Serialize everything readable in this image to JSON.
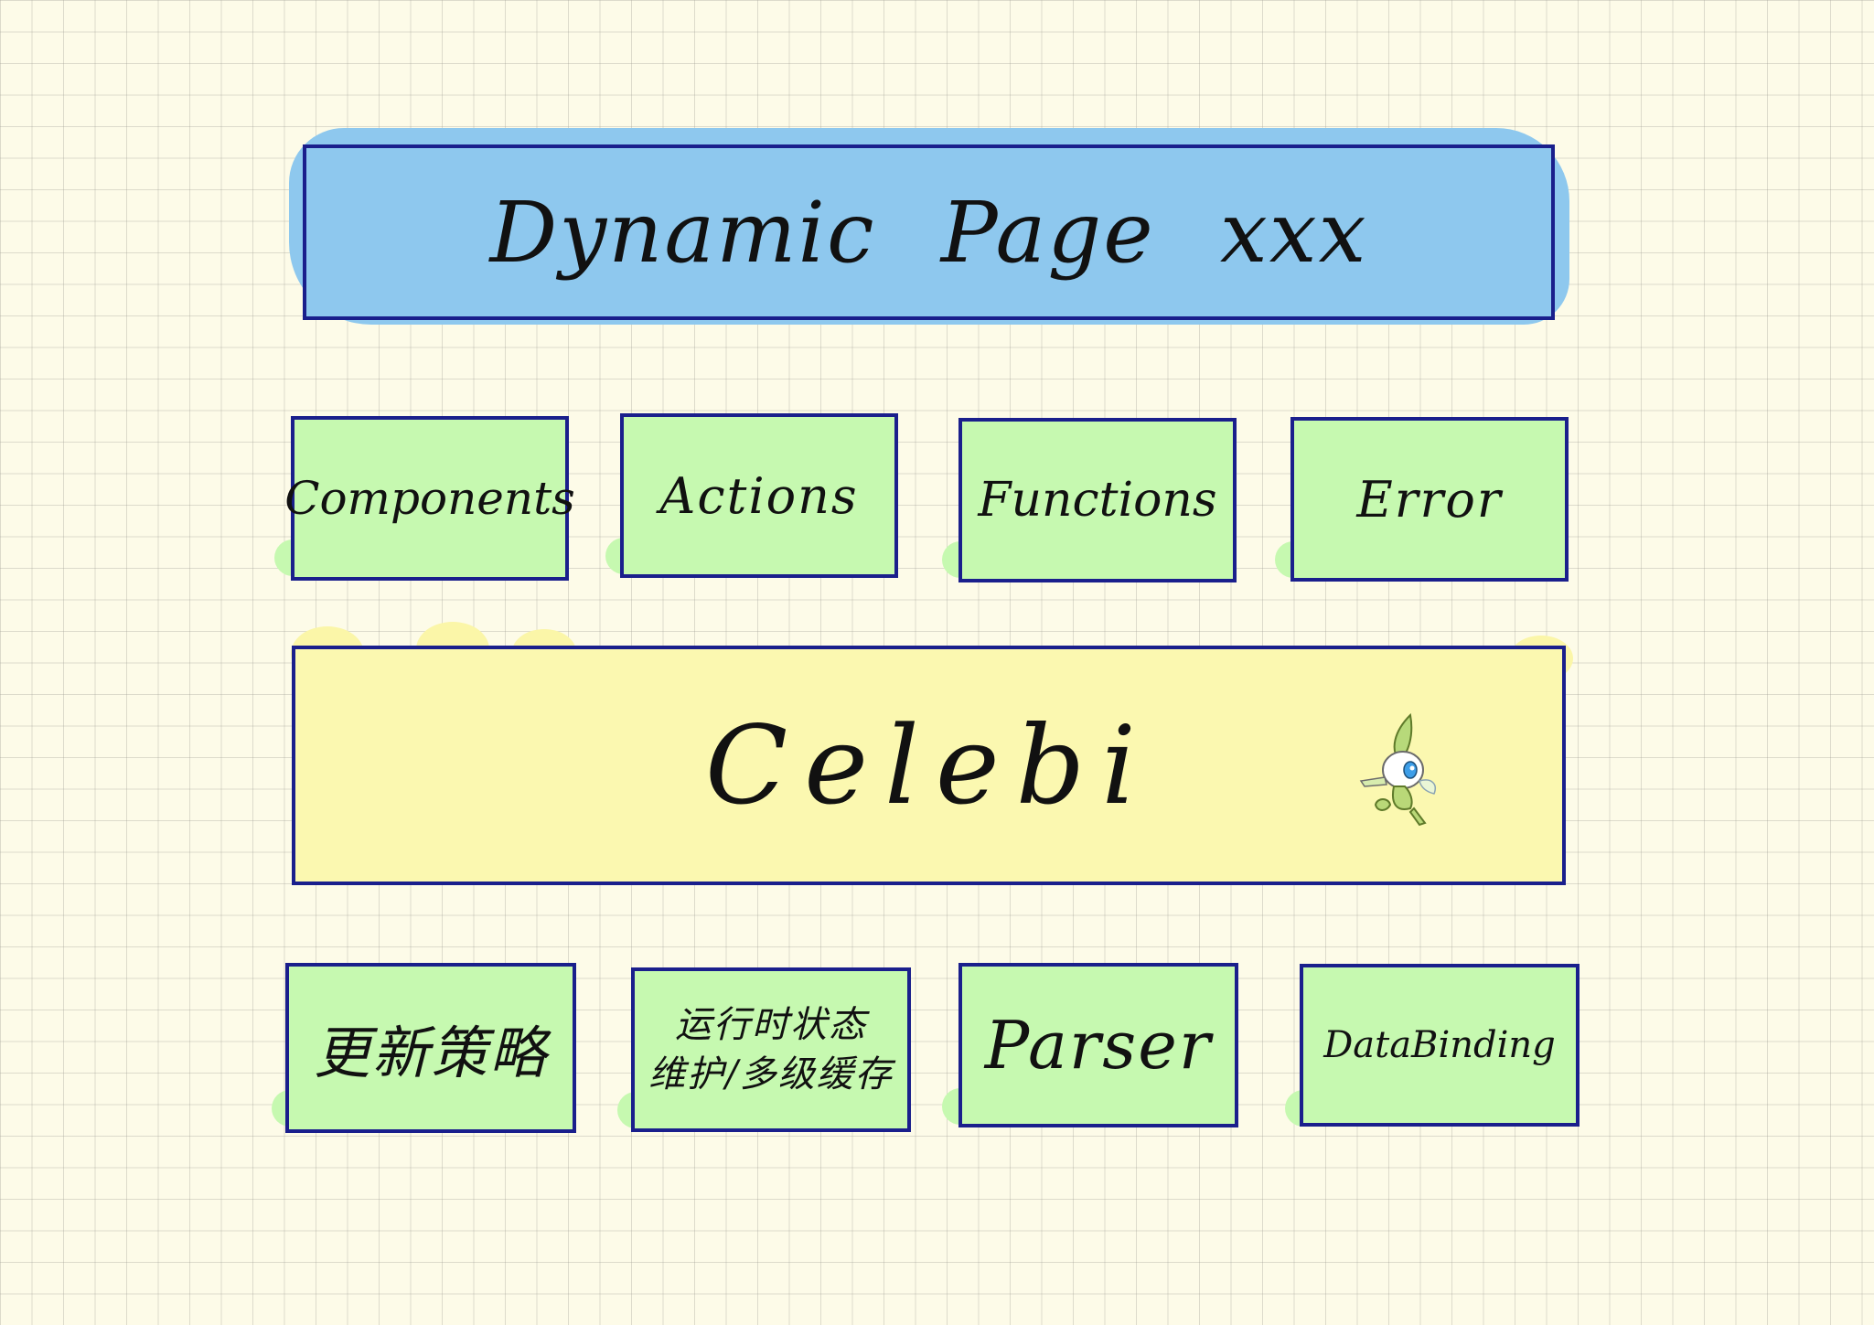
{
  "diagram": {
    "title_block": {
      "label": "Dynamic Page xxx",
      "color": "#8ec8ee"
    },
    "modules": [
      {
        "label": "Components",
        "color": "#c6f9b0"
      },
      {
        "label": "Actions",
        "color": "#c6f9b0"
      },
      {
        "label": "Functions",
        "color": "#c6f9b0"
      },
      {
        "label": "Error",
        "color": "#c6f9b0"
      }
    ],
    "core": {
      "label": "Celebi",
      "color": "#fbf8b0",
      "mascot_icon": "celebi-mascot-icon"
    },
    "foundations": [
      {
        "label": "更新策略"
      },
      {
        "line1": "运行时状态",
        "line2": "维护/多级缓存"
      },
      {
        "label": "Parser"
      },
      {
        "label": "DataBinding"
      }
    ],
    "border_color": "#1a1f8c"
  }
}
